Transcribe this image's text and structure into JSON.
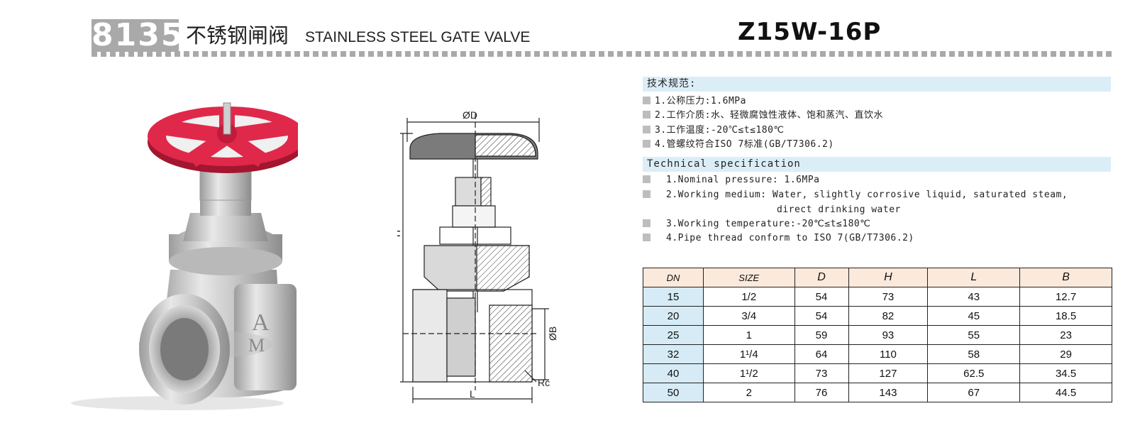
{
  "header": {
    "code": "8135",
    "title_cn": "不锈钢闸阀",
    "title_en": "STAINLESS STEEL GATE VALVE",
    "model": "Z15W-16P"
  },
  "spec_cn": {
    "heading": "技术规范:",
    "items": [
      "1.公称压力:1.6MPa",
      "2.工作介质:水、轻微腐蚀性液体、饱和蒸汽、直饮水",
      "3.工作温度:-20℃≤t≤180℃",
      "4.管螺纹符合ISO 7标准(GB/T7306.2)"
    ]
  },
  "spec_en": {
    "heading": "Technical specification",
    "items": [
      "1.Nominal pressure: 1.6MPa",
      "2.Working medium: Water, slightly corrosive liquid, saturated steam,",
      "direct drinking water",
      "3.Working temperature:-20℃≤t≤180℃",
      "4.Pipe thread conform to ISO 7(GB/T7306.2)"
    ]
  },
  "drawing": {
    "label_d": "ØD",
    "label_h": "H",
    "label_b": "ØB",
    "label_l": "L",
    "label_rc": "Rc"
  },
  "table": {
    "headers": [
      "DN",
      "SIZE",
      "D",
      "H",
      "L",
      "B"
    ],
    "rows": [
      [
        "15",
        "1/2",
        "54",
        "73",
        "43",
        "12.7"
      ],
      [
        "20",
        "3/4",
        "54",
        "82",
        "45",
        "18.5"
      ],
      [
        "25",
        "1",
        "59",
        "93",
        "55",
        "23"
      ],
      [
        "32",
        "1¹/4",
        "64",
        "110",
        "58",
        "29"
      ],
      [
        "40",
        "1¹/2",
        "73",
        "127",
        "62.5",
        "34.5"
      ],
      [
        "50",
        "2",
        "76",
        "143",
        "67",
        "44.5"
      ]
    ]
  },
  "colors": {
    "handwheel": "#e0284a",
    "table_header_bg": "#fbe9dc",
    "dn_column_bg": "#d6ebf5",
    "spec_heading_bg": "#dbeef8",
    "badge_gray": "#a9a9a9"
  }
}
